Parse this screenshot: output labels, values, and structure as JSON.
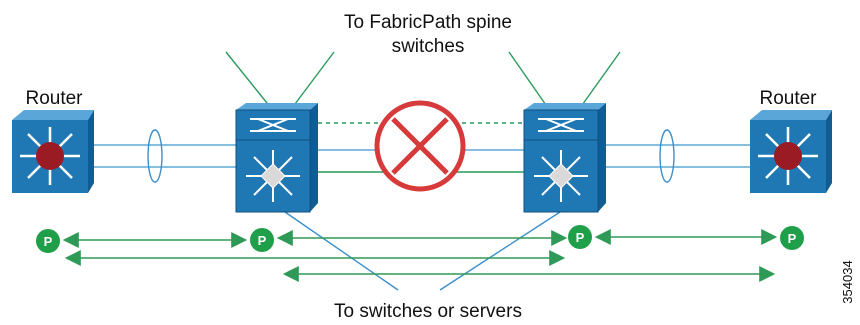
{
  "diagram": {
    "top_label_line1": "To FabricPath spine",
    "top_label_line2": "switches",
    "bottom_label": "To switches or servers",
    "router_left_label": "Router",
    "router_right_label": "Router",
    "figure_number": "354034",
    "p_marker_label": "P",
    "colors": {
      "device_blue": "#1f78b4",
      "device_blue_dark": "#13578b",
      "link_blue": "#5ea9d6",
      "link_green": "#2a9a5a",
      "arrow_green": "#2f9a57",
      "p_green": "#1f9f4a",
      "blocked_red": "#d73a3a",
      "router_core_red": "#9b1b25"
    }
  }
}
